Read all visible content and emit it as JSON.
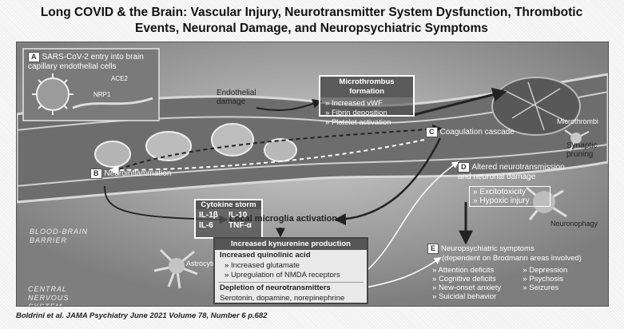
{
  "title": "Long COVID & the Brain: Vascular Injury, Neurotransmitter System Dysfunction, Thrombotic Events, Neuronal Damage, and Neuropsychiatric Symptoms",
  "panel_a": {
    "badge": "A",
    "text": "SARS-CoV-2 entry into brain capillary endothelial cells",
    "ace2": "ACE2",
    "nrp1": "NRP1"
  },
  "endothelial_damage": "Endothelial damage",
  "microthrombus": {
    "header": "Microthrombus formation",
    "items": [
      "Increased vWF",
      "Fibrin deposition",
      "Platelet activation"
    ]
  },
  "microthrombi_label": "Microthrombi",
  "coagulation": {
    "badge": "C",
    "label": "Coagulation cascade"
  },
  "neuroinflammation": {
    "badge": "B",
    "label": "Neuroinflammation"
  },
  "synaptic_pruning": "Synaptic pruning",
  "panel_d": {
    "badge": "D",
    "label": "Altered neurotransmission and neuronal damage",
    "items": [
      "Excitotoxicity",
      "Hypoxic injury"
    ]
  },
  "neuronophagy": "Neuronophagy",
  "cytokine": {
    "header": "Cytokine storm",
    "items": [
      "IL-1β",
      "IL-10",
      "IL-6",
      "TNF-α"
    ]
  },
  "local_microglia": "Local microglia activation",
  "bbb": "BLOOD-BRAIN BARRIER",
  "astrocyte": "Astrocyte",
  "cns": "CENTRAL NERVOUS SYSTEM",
  "kynurenine": {
    "header": "Increased kynurenine production",
    "quinolinic": "Increased quinolinic acid",
    "quin_items": [
      "Increased glutamate",
      "Upregulation of NMDA receptors"
    ],
    "depletion": "Depletion of neurotransmitters",
    "neurotransmitters": "Serotonin, dopamine, norepinephrine"
  },
  "panel_e": {
    "badge": "E",
    "label": "Neuropsychiatric symptoms",
    "sub": "(dependent on Brodmann areas involved)",
    "items": [
      "Attention deficits",
      "Depression",
      "Cognitive deficits",
      "Psychosis",
      "New-onset anxiety",
      "Seizures",
      "Suicidal behavior",
      ""
    ]
  },
  "citation": "Boldrini et al. JAMA Psychiatry June 2021 Volume 78, Number 6 p.682"
}
